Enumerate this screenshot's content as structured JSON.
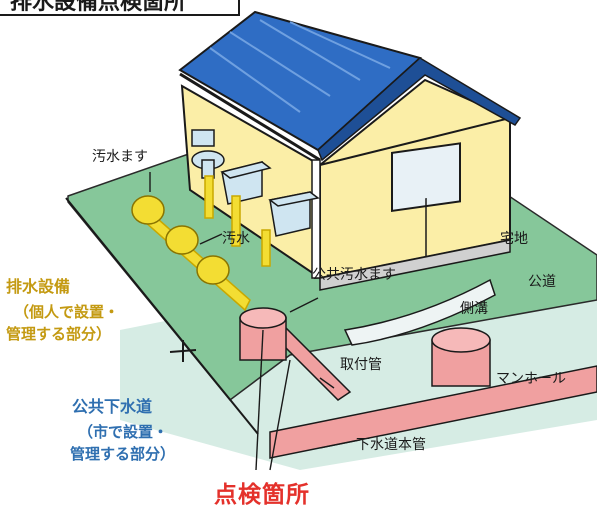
{
  "title": "排水設備点検箇所",
  "labels": {
    "oshui_masu": "汚水ます",
    "oshui": "汚水",
    "takuchi": "宅地",
    "koudou": "公道",
    "koukyou_oshui_masu": "公共汚水ます",
    "sokkou": "側溝",
    "toritsukekan": "取付管",
    "manhole": "マンホール",
    "gesuidou_honkan": "下水道本管",
    "tenken_kasho": "点検箇所"
  },
  "drainage_equipment": {
    "title": "排水設備",
    "sub1": "（個人で設置・",
    "sub2": "管理する部分）"
  },
  "public_sewer": {
    "title": "公共下水道",
    "sub1": "（市で設置・",
    "sub2": "管理する部分）"
  },
  "colors": {
    "lawn_green": "#86c79a",
    "road_light": "#d6ece4",
    "roof_blue": "#2f6dc4",
    "wall_cream": "#fbeea7",
    "pipe_yellow": "#f3dd33",
    "sewer_pink": "#f0a0a0",
    "gold_text": "#c49a12",
    "blue_text": "#2f6fb0",
    "red_text": "#e4312b"
  }
}
